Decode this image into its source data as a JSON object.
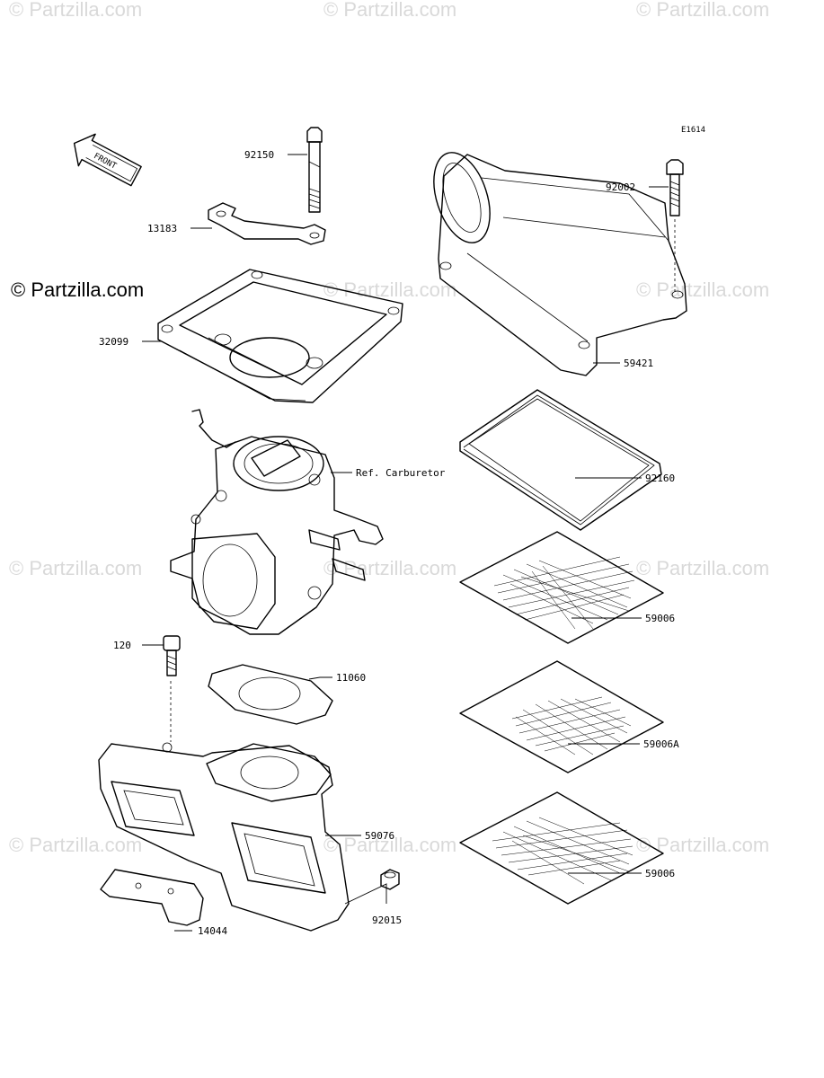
{
  "diagram_id": "E1614",
  "brand_text": "© Partzilla.com",
  "watermark_text": "© Partzilla.com",
  "front_arrow_text": "FRONT",
  "callouts": {
    "p92150": "92150",
    "p13183": "13183",
    "p32099": "32099",
    "carburetor": "Ref. Carburetor",
    "p120": "120",
    "p11060": "11060",
    "p59076": "59076",
    "p14044": "14044",
    "p92015": "92015",
    "p92002": "92002",
    "p59421": "59421",
    "p92160": "92160",
    "p59006_top": "59006",
    "p59006A": "59006A",
    "p59006_bottom": "59006"
  },
  "colors": {
    "line": "#000000",
    "watermark": "#d9d9d9",
    "background": "#ffffff"
  }
}
